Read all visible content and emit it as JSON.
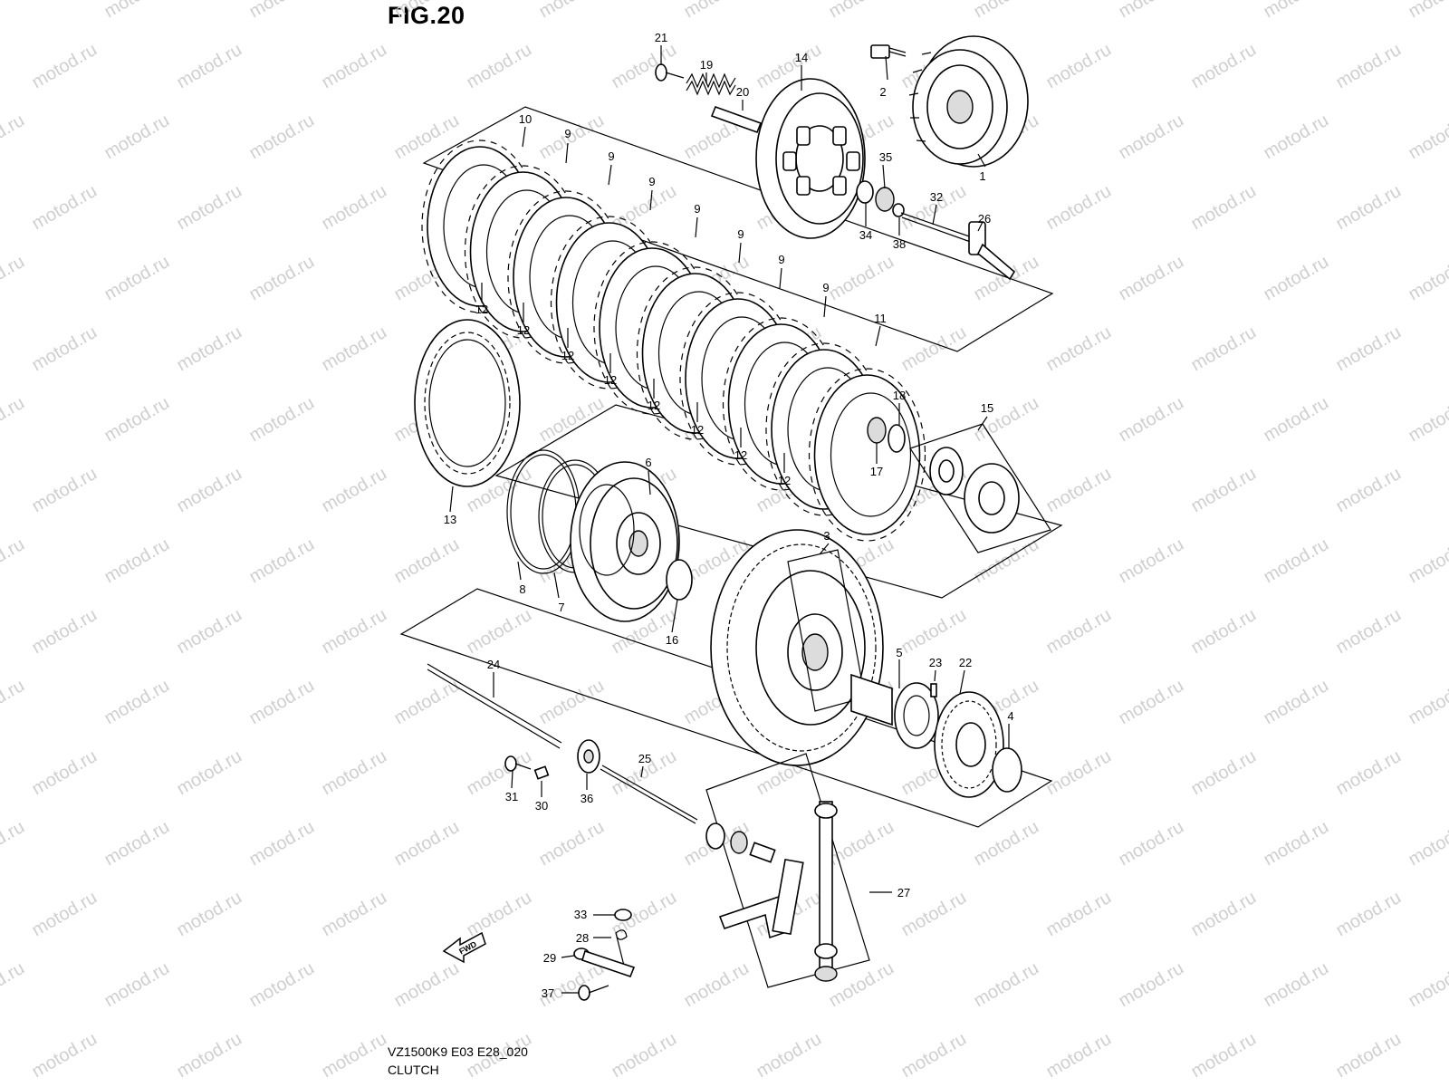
{
  "figure": {
    "title": "FIG.20",
    "model_code": "VZ1500K9 E03 E28_020",
    "section_name": "CLUTCH",
    "watermark_text": "motod.ru",
    "fwd_label": "FWD"
  },
  "callouts": {
    "p1": "1",
    "p2": "2",
    "p3": "3",
    "p4": "4",
    "p5": "5",
    "p6": "6",
    "p7": "7",
    "p8": "8",
    "p9": "9",
    "p10": "10",
    "p11": "11",
    "p12": "12",
    "p13": "13",
    "p14": "14",
    "p15": "15",
    "p16": "16",
    "p17": "17",
    "p18": "18",
    "p19": "19",
    "p20": "20",
    "p21": "21",
    "p22": "22",
    "p23": "23",
    "p24": "24",
    "p25": "25",
    "p26": "26",
    "p27": "27",
    "p28": "28",
    "p29": "29",
    "p30": "30",
    "p31": "31",
    "p32": "32",
    "p33": "33",
    "p34": "34",
    "p35": "35",
    "p36": "36",
    "p37": "37",
    "p38": "38"
  },
  "colors": {
    "line": "#000000",
    "watermark": "#cfcfcf",
    "background": "#ffffff"
  }
}
